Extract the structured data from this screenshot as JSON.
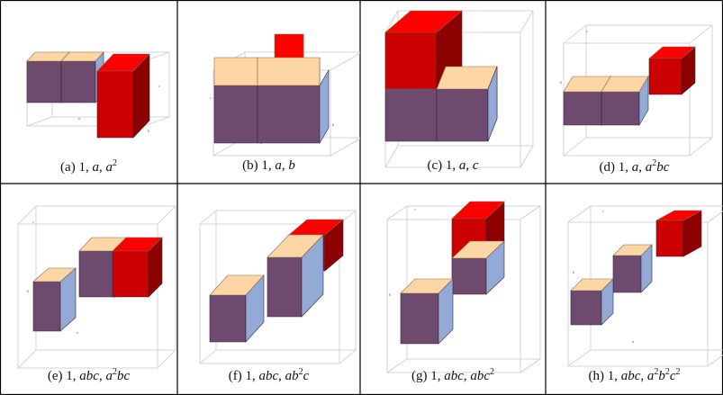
{
  "colors": {
    "top": "#fdd6a5",
    "front": "#6d4a6e",
    "side": "#93a9d6",
    "red_top": "#ff0000",
    "red_front": "#cc0000",
    "red_side": "#8c0000",
    "frame": "#c9c9c9",
    "grid_line": "#000000"
  },
  "axis_labels": {
    "a": "a",
    "b": "b",
    "c": "c"
  },
  "panels": [
    {
      "label": "(a)",
      "math": "1, a, a^2"
    },
    {
      "label": "(b)",
      "math": "1, a, b"
    },
    {
      "label": "(c)",
      "math": "1, a, c"
    },
    {
      "label": "(d)",
      "math": "1, a, a^2bc"
    },
    {
      "label": "(e)",
      "math": "1, abc, a^2bc"
    },
    {
      "label": "(f)",
      "math": "1, abc, ab^2c"
    },
    {
      "label": "(g)",
      "math": "1, abc, abc^2"
    },
    {
      "label": "(h)",
      "math": "1, abc, a^2b^2c^2"
    }
  ]
}
